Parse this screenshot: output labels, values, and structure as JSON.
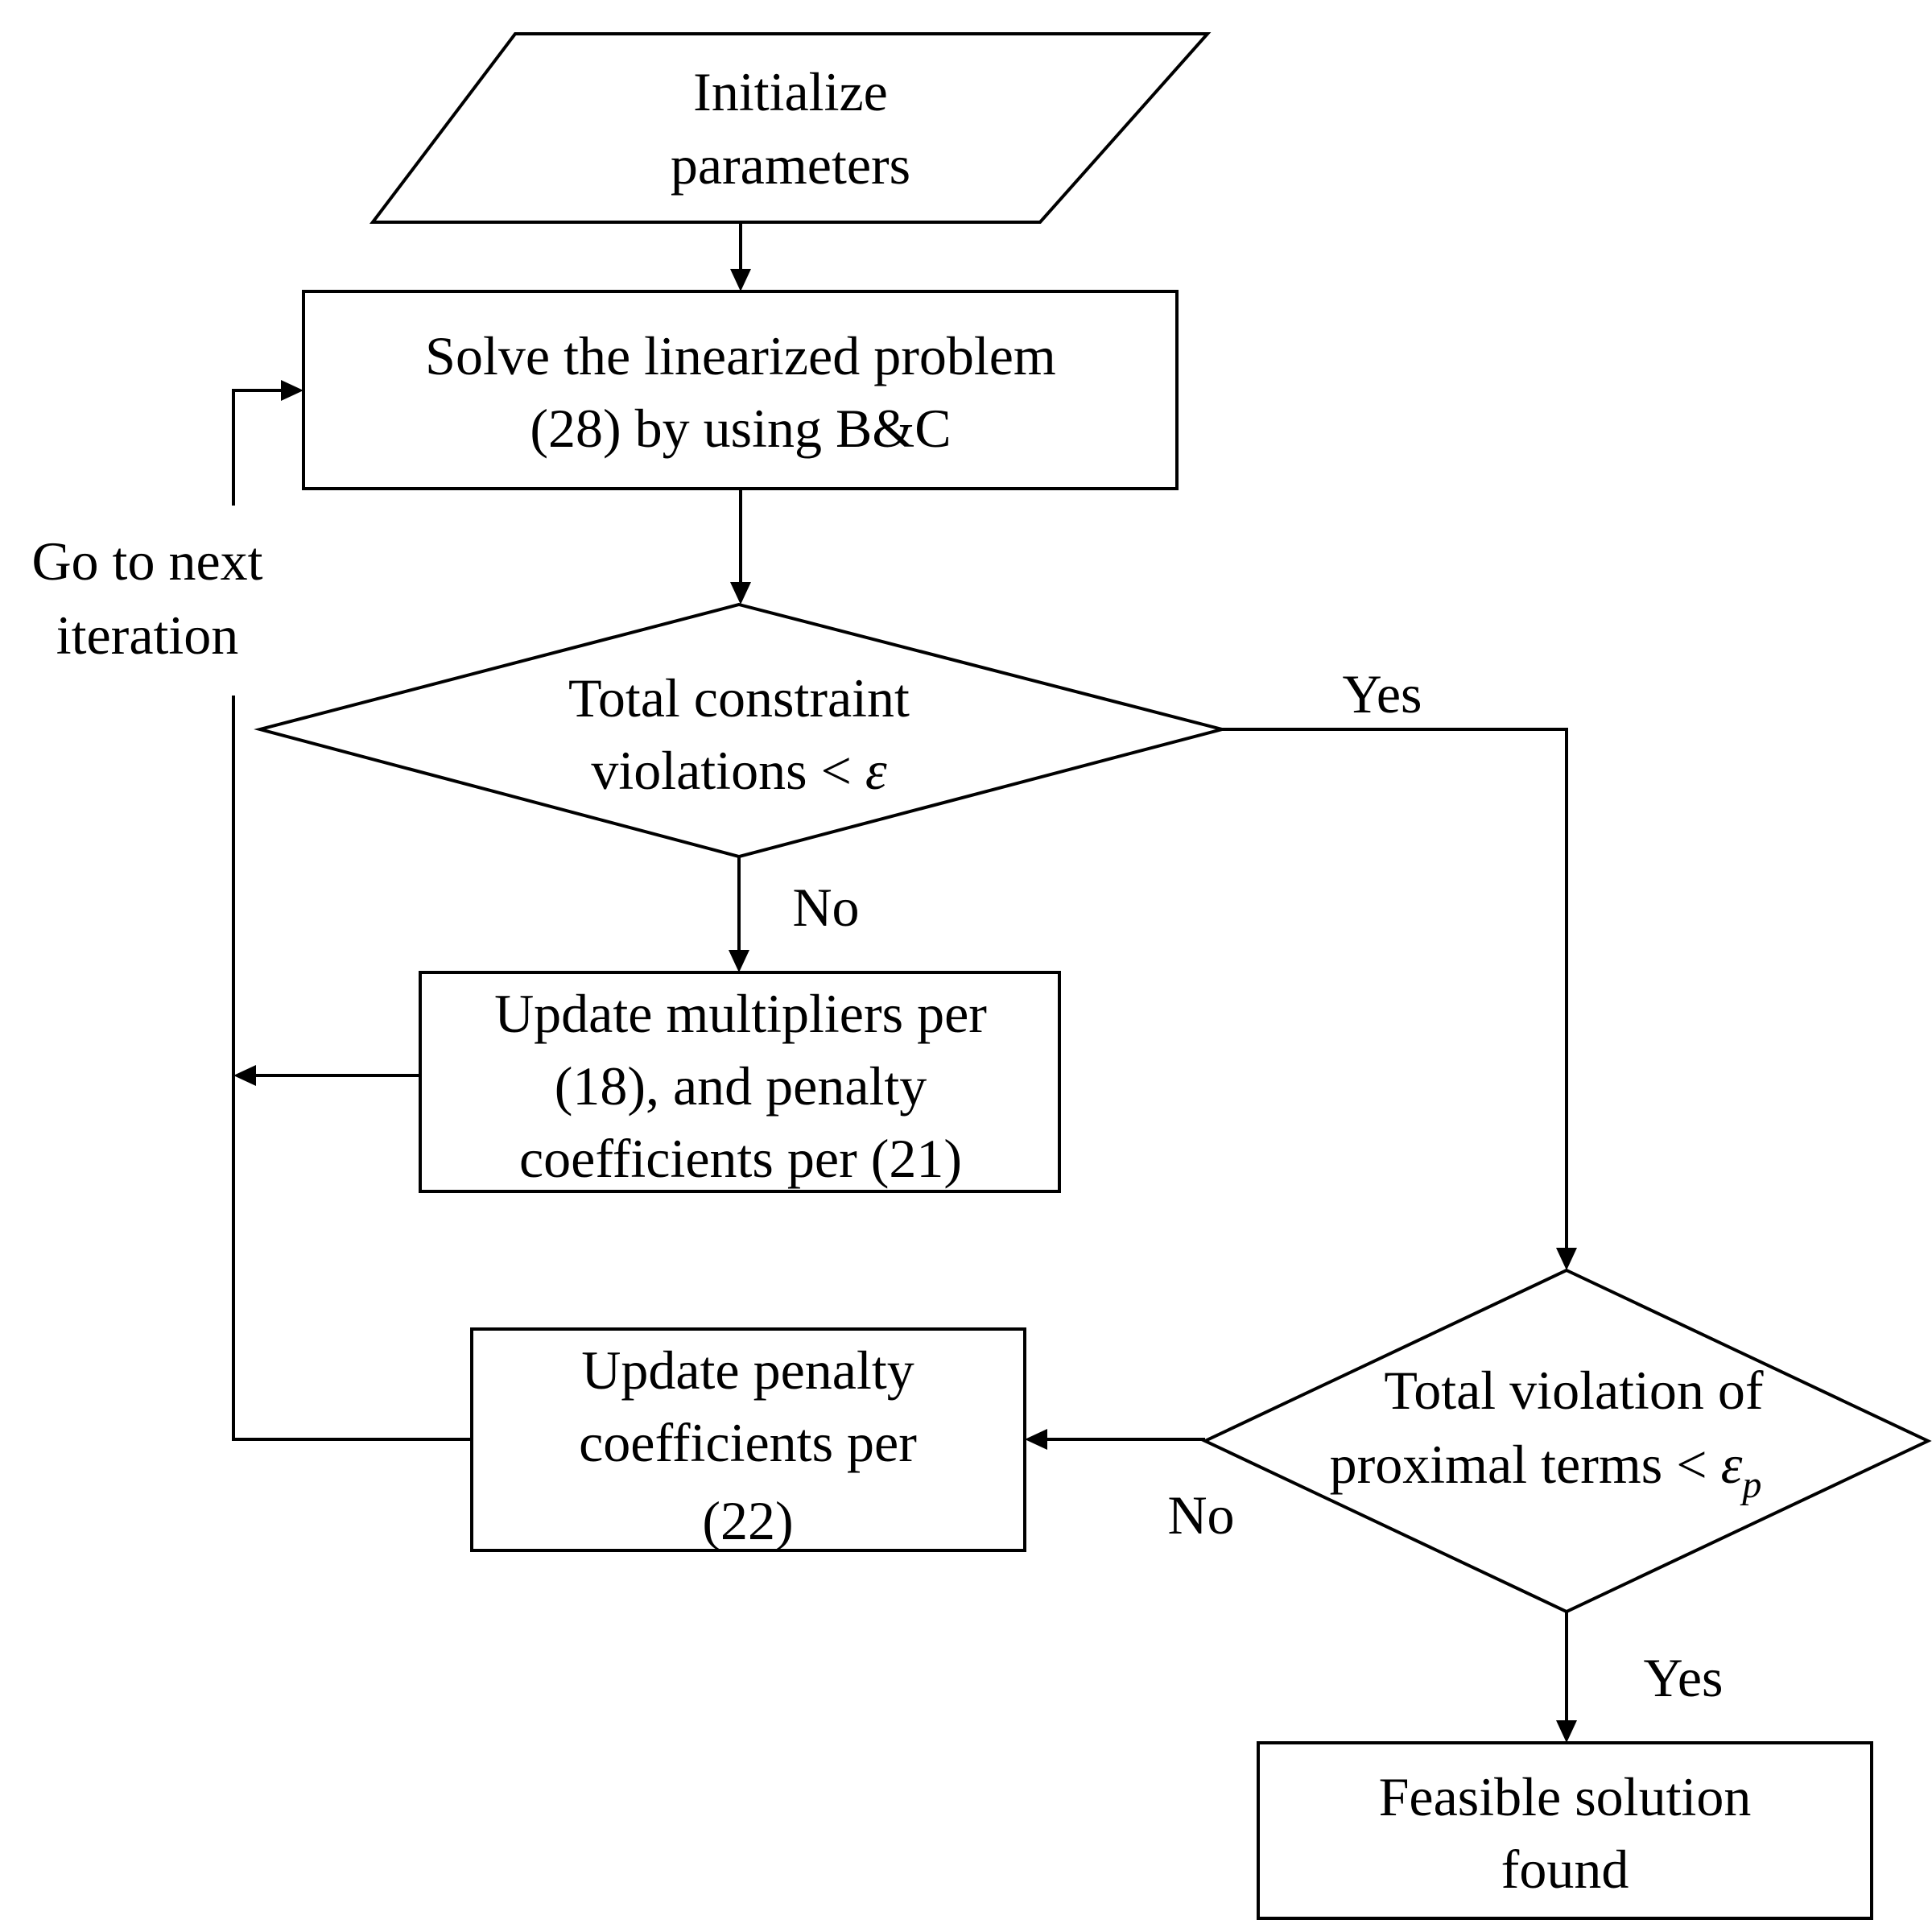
{
  "nodes": {
    "initialize": {
      "line1": "Initialize",
      "line2": "parameters"
    },
    "solve": {
      "line1": "Solve the linearized problem",
      "line2": "(28) by using B&C"
    },
    "decision1": {
      "line1": "Total constraint",
      "line2": "violations < ",
      "symbol": "ε"
    },
    "update_multipliers": {
      "line1": "Update multipliers per",
      "line2": "(18), and penalty",
      "line3": "coefficients per (21)"
    },
    "decision2": {
      "line1": "Total violation of",
      "line2": "proximal terms < ",
      "symbol": "ε",
      "subscript": "p"
    },
    "update_penalty": {
      "line1": "Update penalty",
      "line2": "coefficients per",
      "line3": "(22)"
    },
    "feasible": {
      "line1": "Feasible solution",
      "line2": "found"
    }
  },
  "labels": {
    "loop": {
      "line1": "Go to next",
      "line2": "iteration"
    },
    "d1_yes": "Yes",
    "d1_no": "No",
    "d2_no": "No",
    "d2_yes": "Yes"
  }
}
